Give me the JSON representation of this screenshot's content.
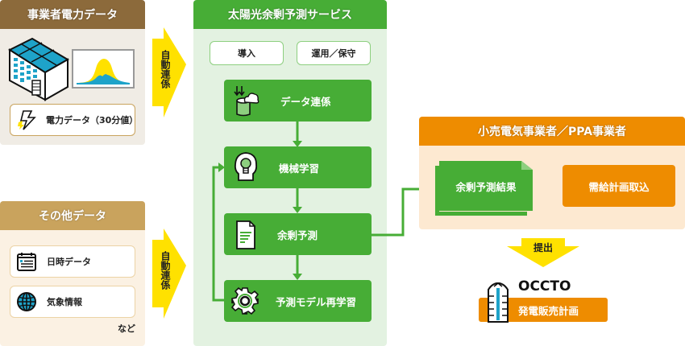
{
  "colors": {
    "brown_dark": "#8c6a3b",
    "brown_light": "#c9a35d",
    "panel_beige": "#f0ece5",
    "panel_cream": "#fbf1e3",
    "green": "#47ad36",
    "green_bg": "#e3f2e1",
    "orange": "#ee8c00",
    "orange_bg": "#fde9d1",
    "yellow": "#ffe100",
    "blue": "#1ea3c9"
  },
  "power_data": {
    "title": "事業者電力データ",
    "card_label": "電力データ（30分値）"
  },
  "other_data": {
    "title": "その他データ",
    "items": [
      {
        "label": "日時データ",
        "icon": "calendar-icon"
      },
      {
        "label": "気象情報",
        "icon": "globe-icon"
      }
    ],
    "note": "など"
  },
  "arrows": {
    "auto_link_1": "自動連係",
    "auto_link_2": "自動連係",
    "submit": "提出"
  },
  "service": {
    "title": "太陽光余剰予測サービス",
    "tabs": [
      "導入",
      "運用／保守"
    ],
    "steps": [
      {
        "label": "データ連係",
        "icon": "data-cloud-icon"
      },
      {
        "label": "機械学習",
        "icon": "lightbulb-head-icon"
      },
      {
        "label": "余剰予測",
        "icon": "document-icon"
      },
      {
        "label": "予測モデル再学習",
        "icon": "gear-icon"
      }
    ]
  },
  "retailer": {
    "title": "小売電気事業者／PPA事業者",
    "result_label": "余剰予測結果",
    "import_label": "需給計画取込"
  },
  "occto": {
    "name": "OCCTO",
    "plan_label": "発電販売計画"
  }
}
